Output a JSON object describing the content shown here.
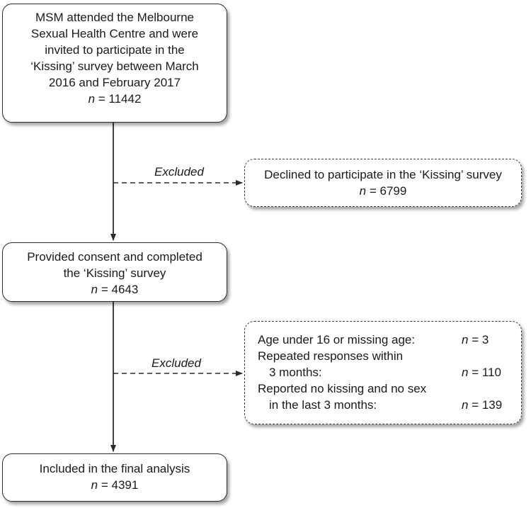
{
  "start_box": {
    "lines": [
      "MSM attended the Melbourne",
      "Sexual Health Centre and were",
      "invited to participate in the",
      "‘Kissing’ survey between March",
      "2016 and February 2017"
    ],
    "n_label": "n",
    "n_value": " = 11442"
  },
  "consent_box": {
    "lines": [
      "Provided consent and completed",
      "the ‘Kissing’ survey"
    ],
    "n_label": "n",
    "n_value": " = 4643"
  },
  "final_box": {
    "lines": [
      "Included in the final analysis"
    ],
    "n_label": "n",
    "n_value": " = 4391"
  },
  "declined_box": {
    "lines": [
      "Declined to participate in the ‘Kissing’ survey"
    ],
    "n_label": "n",
    "n_value": " = 6799"
  },
  "reasons_box": {
    "r1_label": "Age under 16 or missing age:",
    "r1_n": "n",
    "r1_value": " = 3",
    "r2_label_a": "Repeated responses within",
    "r2_label_b": "3 months:",
    "r2_n": "n",
    "r2_value": " = 110",
    "r3_label_a": "Reported no kissing and no sex",
    "r3_label_b": "in the last 3 months:",
    "r3_n": "n",
    "r3_value": " = 139"
  },
  "edge_labels": {
    "excluded_1": "Excluded",
    "excluded_2": "Excluded"
  },
  "colors": {
    "stroke": "#2b2b2b",
    "text": "#1a1a1a"
  }
}
